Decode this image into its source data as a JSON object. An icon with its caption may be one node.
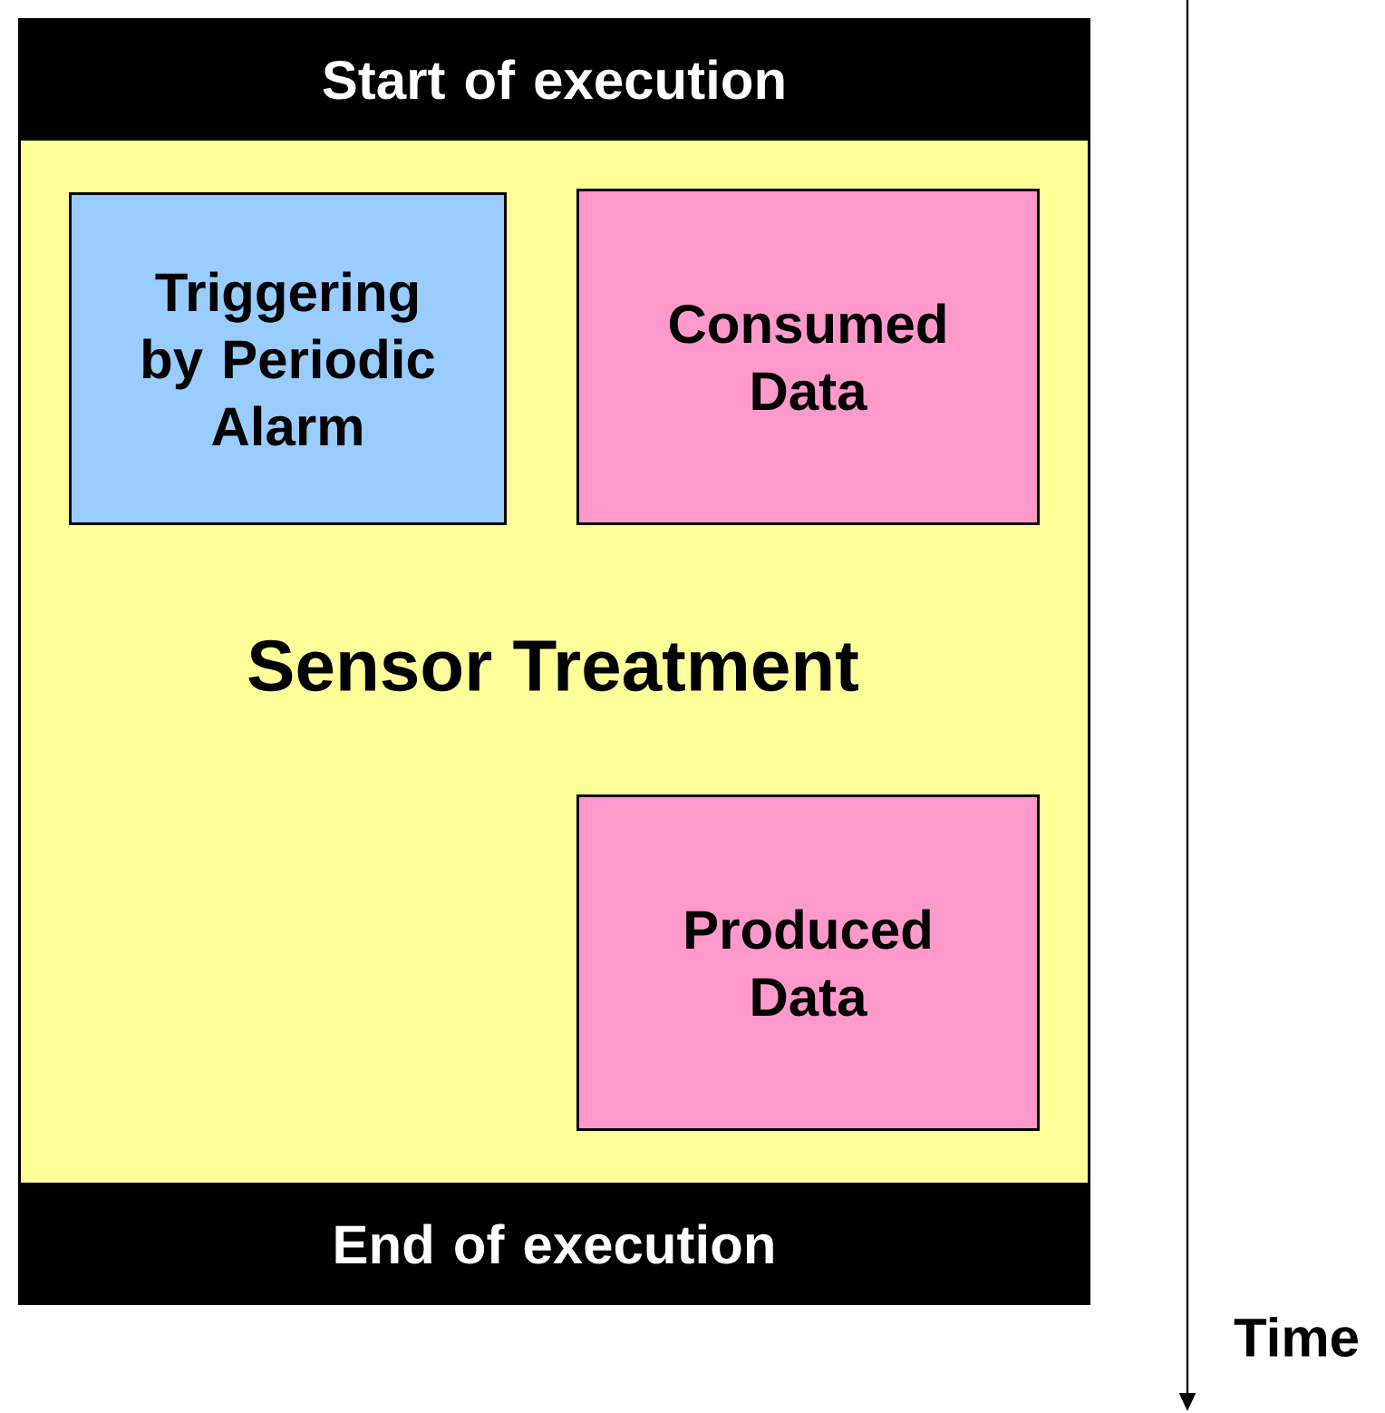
{
  "diagram": {
    "nodes": [
      {
        "text": [
          "Sensor Treatment"
        ]
      },
      {
        "text": [
          "Start of execution"
        ],
        "in": 0
      },
      {
        "text": [
          "Triggering by Periodic Alarm"
        ],
        "in": 0
      },
      {
        "text": [
          "Consumed Data"
        ],
        "in": 0
      },
      {
        "text": [
          "Produced Data"
        ],
        "in": 0
      },
      {
        "text": [
          "End of execution"
        ],
        "in": 0
      }
    ],
    "labels": [
      "Time"
    ]
  }
}
